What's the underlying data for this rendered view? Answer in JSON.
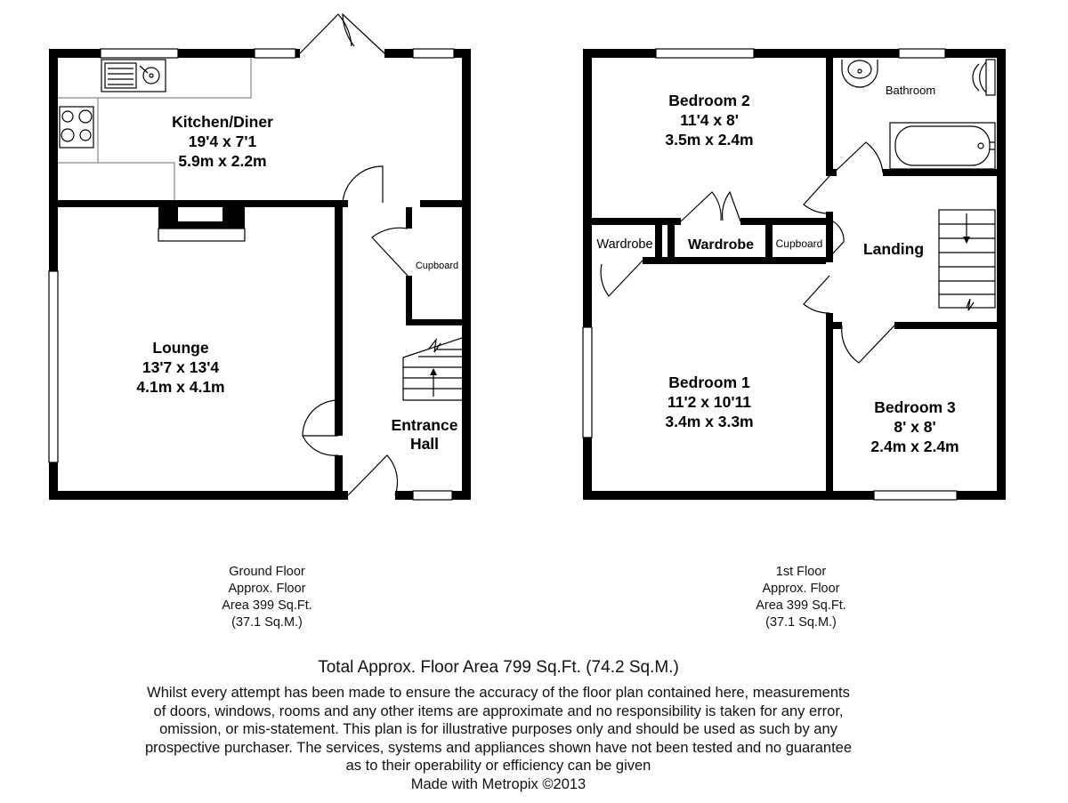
{
  "ground": {
    "kitchen": {
      "name": "Kitchen/Diner",
      "imperial": "19'4 x 7'1",
      "metric": "5.9m x 2.2m"
    },
    "lounge": {
      "name": "Lounge",
      "imperial": "13'7 x 13'4",
      "metric": "4.1m x 4.1m"
    },
    "entrance": {
      "line1": "Entrance",
      "line2": "Hall"
    },
    "cupboard": "Cupboard",
    "info": [
      "Ground Floor",
      "Approx. Floor",
      "Area 399 Sq.Ft.",
      "(37.1 Sq.M.)"
    ]
  },
  "first": {
    "bed2": {
      "name": "Bedroom 2",
      "imperial": "11'4 x 8'",
      "metric": "3.5m x 2.4m"
    },
    "bed1": {
      "name": "Bedroom 1",
      "imperial": "11'2 x 10'11",
      "metric": "3.4m x 3.3m"
    },
    "bed3": {
      "name": "Bedroom 3",
      "imperial": "8' x 8'",
      "metric": "2.4m x 2.4m"
    },
    "bathroom": "Bathroom",
    "landing": "Landing",
    "wardrobe_small": "Wardrobe",
    "wardrobe_large": "Wardrobe",
    "cupboard": "Cupboard",
    "info": [
      "1st Floor",
      "Approx. Floor",
      "Area 399 Sq.Ft.",
      "(37.1 Sq.M.)"
    ]
  },
  "footer": {
    "total": "Total Approx. Floor Area 799 Sq.Ft. (74.2 Sq.M.)",
    "disclaimer": [
      "Whilst every attempt has been made to ensure the accuracy of the floor plan contained here, measurements",
      "of doors, windows, rooms and any other items are approximate and no responsibility is taken for any error,",
      "omission, or mis-statement. This plan is for illustrative purposes only and should be used as such by any",
      "prospective purchaser. The services, systems and appliances shown have not been tested and no guarantee",
      "as to their operability or efficiency can be given"
    ],
    "credit": "Made with Metropix ©2013"
  }
}
